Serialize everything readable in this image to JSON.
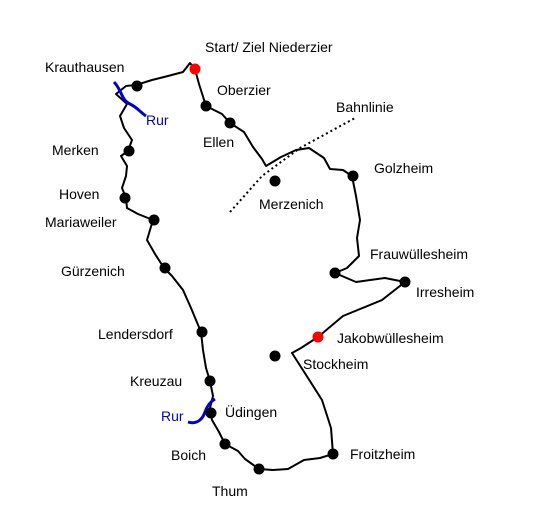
{
  "colors": {
    "route": "#000000",
    "stop": "#000000",
    "start": "#ff0000",
    "river": "#0000cc",
    "railway": "#000000"
  },
  "labels": {
    "start": "Start/ Ziel Niederzier",
    "krauthausen": "Krauthausen",
    "oberzier": "Oberzier",
    "ellen": "Ellen",
    "bahnlinie": "Bahnlinie",
    "golzheim": "Golzheim",
    "merzenich": "Merzenich",
    "merken": "Merken",
    "hoven": "Hoven",
    "mariaweiler": "Mariaweiler",
    "guerzenich": "Gürzenich",
    "frauwuellesheim": "Frauwüllesheim",
    "irresheim": "Irresheim",
    "jakobwuellesheim": "Jakobwüllesheim",
    "stockheim": "Stockheim",
    "lendersdorf": "Lendersdorf",
    "kreuzau": "Kreuzau",
    "uedingen": "Üdingen",
    "boich": "Boich",
    "froitzheim": "Froitzheim",
    "thum": "Thum",
    "rur_north": "Rur",
    "rur_south": "Rur"
  }
}
